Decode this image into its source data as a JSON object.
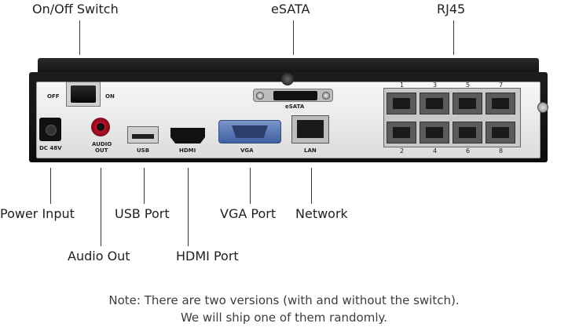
{
  "callouts": {
    "on_off_switch": "On/Off Switch",
    "esata": "eSATA",
    "rj45": "RJ45",
    "power_input": "Power Input",
    "usb_port": "USB Port",
    "vga_port": "VGA Port",
    "network": "Network",
    "audio_out": "Audio Out",
    "hdmi_port": "HDMI Port"
  },
  "panel_labels": {
    "off": "OFF",
    "on": "ON",
    "dc": "DC 48V",
    "audio_line1": "AUDIO",
    "audio_line2": "OUT",
    "usb": "USB",
    "hdmi": "HDMI",
    "vga": "VGA",
    "lan": "LAN",
    "esata": "eSATA"
  },
  "rj45_numbers": {
    "top": [
      "1",
      "3",
      "5",
      "7"
    ],
    "bottom": [
      "2",
      "4",
      "6",
      "8"
    ]
  },
  "note": {
    "line1": "Note: There are two versions (with and without the switch).",
    "line2": "We will ship one of them randomly."
  }
}
